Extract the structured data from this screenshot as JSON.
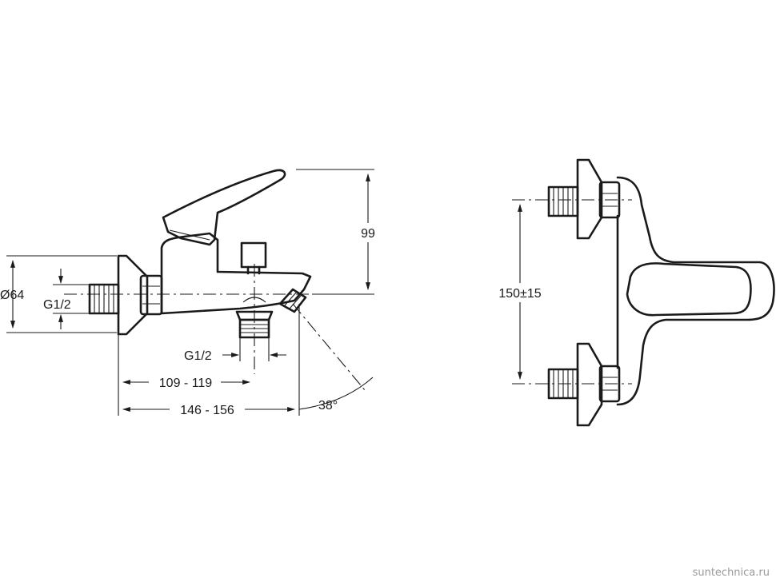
{
  "dimensions": {
    "height": "99",
    "diameter": "Ø64",
    "inlet_thread": "G1/2",
    "outlet_thread": "G1/2",
    "depth_to_outlet": "109 - 119",
    "total_depth": "146 - 156",
    "spout_angle": "38°",
    "center_distance": "150±15"
  },
  "watermark": "suntechnica.ru"
}
